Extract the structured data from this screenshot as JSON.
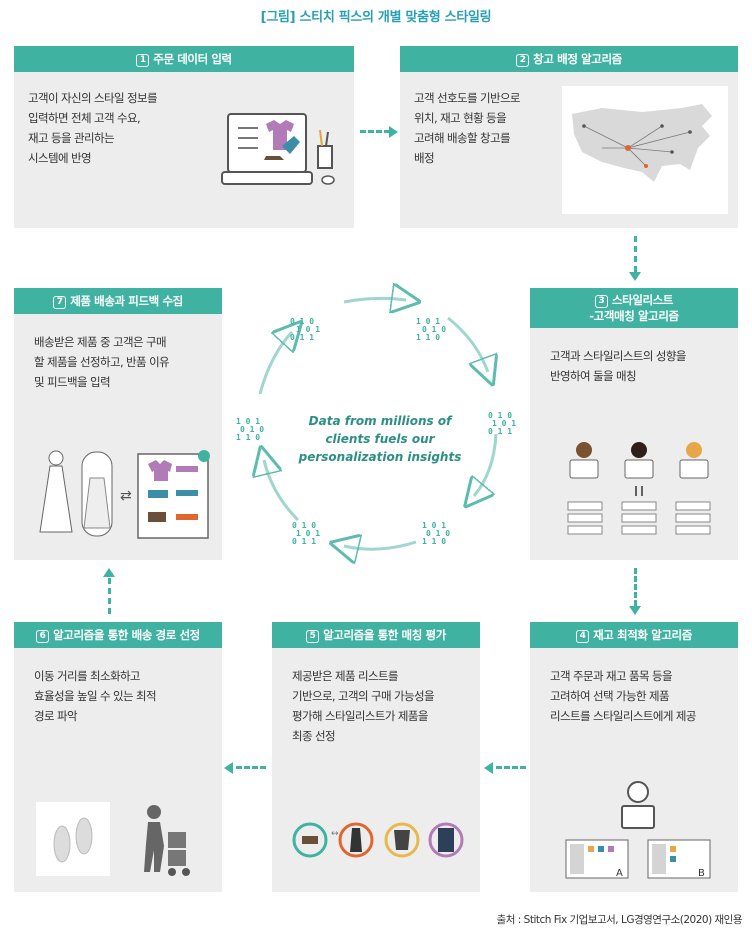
{
  "title": "[그림] 스티치 픽스의 개별 맞춤형 스타일링",
  "steps": [
    {
      "num": "1",
      "title": "주문 데이터 입력",
      "text": "고객이 자신의 스타일 정보를\n입력하면 전체 고객 수요,\n재고 등을 관리하는\n시스템에 반영",
      "icon": "laptop-icon"
    },
    {
      "num": "2",
      "title": "창고 배정 알고리즘",
      "text": "고객 선호도를 기반으로\n위치, 재고 현황 등을\n고려해 배송할 창고를\n배정",
      "icon": "us-map-icon"
    },
    {
      "num": "3",
      "title": "스타일리스트",
      "title2": "-고객매칭 알고리즘",
      "text": "고객과 스타일리스트의 성향을\n반영하여 둘을 매칭",
      "icon": "stylists-icon"
    },
    {
      "num": "4",
      "title": "재고 최적화 알고리즘",
      "text": "고객 주문과 재고 품목 등을\n고려하여 선택 가능한 제품\n리스트를 스타일리스트에게 제공",
      "icon": "stylist-desk-icon",
      "list_labels": [
        "A",
        "B"
      ]
    },
    {
      "num": "5",
      "title": "알고리즘을 통한 매칭 평가",
      "text": "제공받은 제품 리스트를\n기반으로, 고객의 구매 가능성을\n평가해 스타일리스트가 제품을\n최종 선정",
      "icon": "clothing-rings-icon"
    },
    {
      "num": "6",
      "title": "알고리즘을 통한 배송 경로 선정",
      "text": "이동 거리를 최소화하고\n효율성을 높일 수 있는 최적\n경로 파악",
      "icon": "footprints-icon"
    },
    {
      "num": "7",
      "title": "제품 배송과 피드백 수집",
      "text": "배송받은 제품 중 고객은 구매\n할 제품을 선정하고, 반품 이유\n및 피드백을 입력",
      "icon": "fitting-icon"
    }
  ],
  "center_text": "Data from millions of\nclients fuels our\npersonalization insights",
  "source": "출처 : Stitch Fix 기업보고서, LG경영연구소(2020) 재인용",
  "colors": {
    "accent": "#3fb2a2",
    "title": "#2a9fb4",
    "box_bg": "#ededed",
    "center_text": "#2c8f83"
  }
}
